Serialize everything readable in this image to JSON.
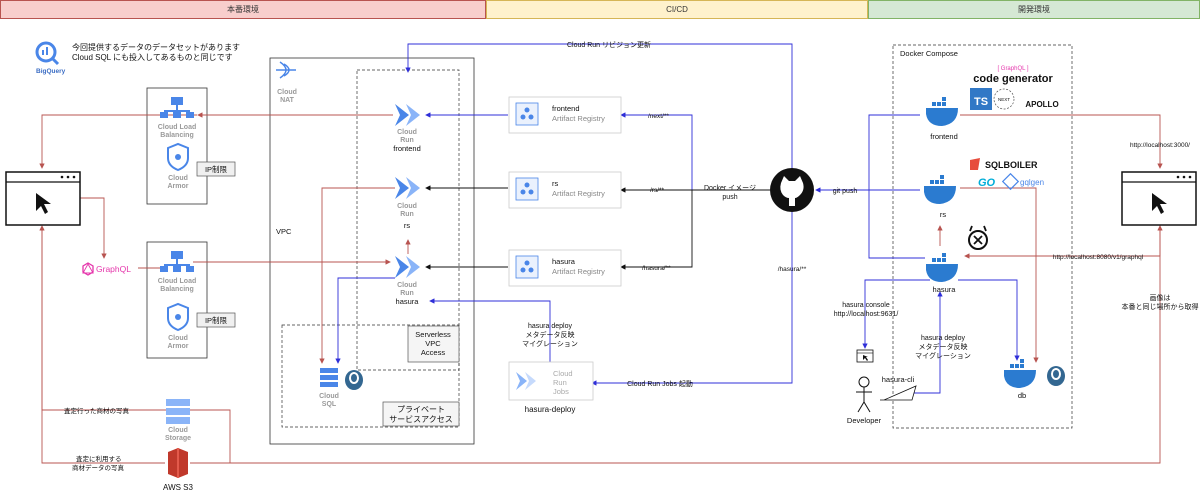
{
  "bands": {
    "prod": "本番環境",
    "cicd": "CI/CD",
    "dev": "開発環境"
  },
  "colors": {
    "prod_band": "#f8cecc",
    "cicd_band": "#fff2cc",
    "dev_band": "#d5e8d4",
    "red_edge": "#b85450",
    "blue_edge": "#2f2fd8",
    "black_edge": "#111111",
    "run_blue": "#4a86e8",
    "pink": "#e535ab",
    "docker": "#2b7bd0",
    "aws_red": "#c0392b"
  },
  "bigquery": {
    "label": "BigQuery",
    "note_line1": "今回提供するデータのデータセットがあります",
    "note_line2": "Cloud SQL にも投入してあるものと同じです"
  },
  "clients": {
    "left_icon": "browser-window-icon",
    "right_icon": "browser-window-icon"
  },
  "load_balancers": {
    "top": {
      "lb_label_1": "Cloud Load",
      "lb_label_2": "Balancing",
      "armor_1": "Cloud",
      "armor_2": "Armor",
      "ip_label": "IP制限"
    },
    "bottom": {
      "lb_label_1": "Cloud Load",
      "lb_label_2": "Balancing",
      "armor_1": "Cloud",
      "armor_2": "Armor",
      "ip_label": "IP制限"
    }
  },
  "graphql": {
    "label": "GraphQL"
  },
  "gcp": {
    "cloud_nat_1": "Cloud",
    "cloud_nat_2": "NAT",
    "vpc_label": "VPC",
    "run_frontend": {
      "l1": "Cloud",
      "l2": "Run",
      "name": "frontend"
    },
    "run_rs": {
      "l1": "Cloud",
      "l2": "Run",
      "name": "rs"
    },
    "run_hasura": {
      "l1": "Cloud",
      "l2": "Run",
      "name": "hasura"
    },
    "serverless_1": "Serverless",
    "serverless_2": "VPC",
    "serverless_3": "Access",
    "cloud_sql_1": "Cloud",
    "cloud_sql_2": "SQL",
    "private_1": "プライベート",
    "private_2": "サービスアクセス"
  },
  "storage": {
    "gcs_1": "Cloud",
    "gcs_2": "Storage",
    "gcs_edge": "査定行った商材の写真",
    "s3_label": "AWS S3",
    "s3_edge_1": "査定に利用する",
    "s3_edge_2": "商材データの写真"
  },
  "cicd": {
    "revision_update": "Cloud Run リビジョン更新",
    "registry_frontend": {
      "name": "frontend",
      "sub": "Artifact Registry",
      "path": "/next/**"
    },
    "registry_rs": {
      "name": "rs",
      "sub": "Artifact Registry",
      "path": "/rs/**"
    },
    "registry_hasura": {
      "name": "hasura",
      "sub": "Artifact Registry",
      "path": "/hasura/**"
    },
    "docker_push_1": "Docker イメージ",
    "docker_push_2": "push",
    "hasura_path": "/hasura/**",
    "jobs": {
      "l1": "Cloud",
      "l2": "Run",
      "l3": "Jobs",
      "name": "hasura-deploy"
    },
    "jobs_trigger": "Cloud Run Jobs 起動",
    "deploy_1": "hasura deploy",
    "deploy_2": "メタデータ反映",
    "deploy_3": "マイグレーション",
    "github_icon": "github-icon"
  },
  "dev": {
    "compose_label": "Docker Compose",
    "codegen_top": "[ GraphQL ]",
    "codegen_1": "code generator",
    "ts": "TS",
    "next": "NEXT",
    "apollo": "APOLLO",
    "frontend": "frontend",
    "sqlboiler": "SQLBOILER",
    "go": "GO",
    "gqlgen": "gqlgen",
    "rs": "rs",
    "hasura": "hasura",
    "db": "db",
    "git_push": "git push",
    "localhost_3000": "http://localhost:3000/",
    "localhost_8080": "http://localhost:8080/v1/graphql",
    "console_1": "hasura console",
    "console_2": "http://localhost:9631/",
    "deploy_1": "hasura deploy",
    "deploy_2": "メタデータ反映",
    "deploy_3": "マイグレーション",
    "hasura_cli": "hasura-cli",
    "developer": "Developer",
    "image_note_1": "画像は",
    "image_note_2": "本番と同じ場所から取得"
  }
}
